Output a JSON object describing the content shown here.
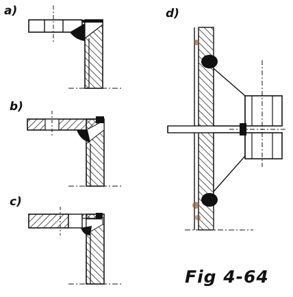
{
  "labels": {
    "a": "a)",
    "b": "b)",
    "c": "c)",
    "d": "d)"
  },
  "caption": "Fig 4-64",
  "colors": {
    "ink": "#111111",
    "paper": "#ffffff",
    "weld": "#111111",
    "rust": "#8a5a3a"
  }
}
